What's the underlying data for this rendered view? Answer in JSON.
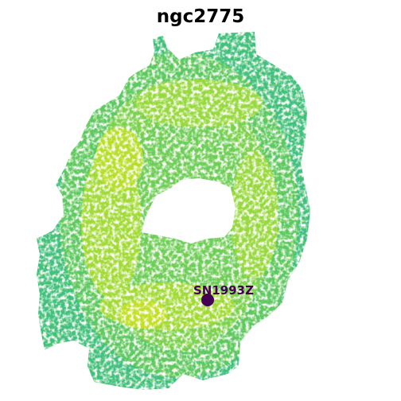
{
  "title": "ngc2775",
  "map": {
    "colormap": "viridis",
    "background_color": "#ffffff",
    "colors": {
      "edge": "#3fbf7f",
      "mid": "#72cf5a",
      "bright": "#a8db34",
      "peak": "#d8e219"
    }
  },
  "marker": {
    "label": "SN1993Z",
    "color": "#440154"
  }
}
